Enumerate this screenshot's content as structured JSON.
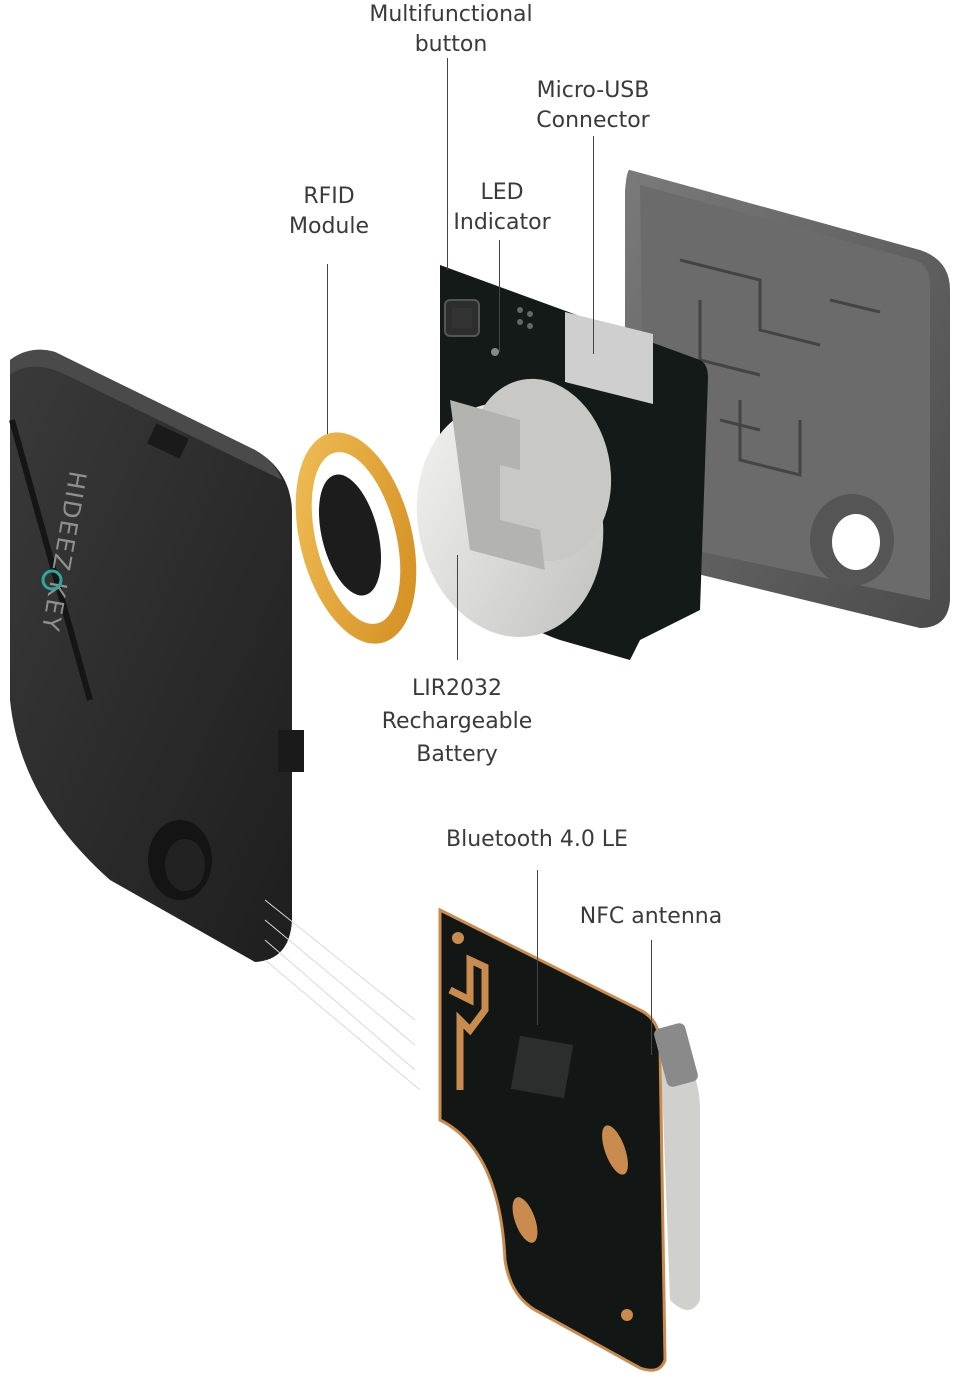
{
  "labels": {
    "multifunctional_button": [
      "Multifunctional",
      "button"
    ],
    "micro_usb": [
      "Micro-USB",
      "Connector"
    ],
    "led": [
      "LED",
      "Indicator"
    ],
    "rfid": [
      "RFID",
      "Module"
    ],
    "battery": [
      "LIR2032",
      "Rechargeable",
      "Battery"
    ],
    "bluetooth": [
      "Bluetooth 4.0 LE"
    ],
    "nfc": [
      "NFC antenna"
    ]
  },
  "brand_text": "HIDEEZ KEY",
  "colors": {
    "case_dark": "#2b2b2b",
    "case_gray": "#5f5f5f",
    "pcb": "#141a18",
    "rfid_ring": "#e8a530",
    "battery": "#d9d9d6",
    "label_text": "#3a3a3a",
    "antenna_trace": "#c98b4e",
    "brand_accent": "#2fa6a0"
  }
}
